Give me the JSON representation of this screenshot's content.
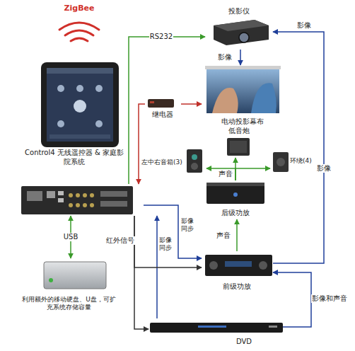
{
  "diagram": {
    "nodes": [
      {
        "text": [
          "Control4 无线遥控器 & 家庭影院系统"
        ]
      },
      {
        "text": [
          "投影仪"
        ]
      },
      {
        "text": [
          "电动投影幕布"
        ]
      },
      {
        "text": [
          "继电器"
        ]
      },
      {
        "text": []
      },
      {
        "text": [
          "左中右音箱(3)"
        ]
      },
      {
        "text": [
          "低音炮"
        ]
      },
      {
        "text": [
          "环绕(4)"
        ]
      },
      {
        "text": [
          "后级功放"
        ]
      },
      {
        "text": [
          "利用额外的移动硬盘、U盘，可扩充系统存储容量"
        ]
      },
      {
        "text": [
          "前级功放"
        ]
      },
      {
        "text": [
          "DVD"
        ]
      }
    ],
    "edges": [
      {
        "from": 4,
        "to": 1,
        "label": "RS232",
        "arrow": "to"
      },
      {
        "from": 1,
        "to": 2,
        "label": "影像",
        "arrow": "to"
      },
      {
        "from": 3,
        "to": 2,
        "arrow": "to"
      },
      {
        "from": 3,
        "to": 4,
        "arrow": "to"
      },
      {
        "from": 8,
        "to": 5,
        "arrow": "to"
      },
      {
        "from": 8,
        "to": 6,
        "label": "声音",
        "arrow": "to"
      },
      {
        "from": 8,
        "to": 7,
        "arrow": "to"
      },
      {
        "from": 10,
        "to": 8,
        "label": "声音",
        "arrow": "to"
      },
      {
        "from": 10,
        "to": 1,
        "label": "影像",
        "arrow": "to"
      },
      {
        "from": 11,
        "to": 10,
        "label": "影像和声音",
        "arrow": "to"
      },
      {
        "from": 4,
        "to": 10,
        "label": "影像 同步",
        "arrow": "to"
      },
      {
        "from": 11,
        "to": 4,
        "label": "影像 同步",
        "arrow": "to"
      },
      {
        "from": 4,
        "to": 10,
        "label": "红外信号",
        "arrow": "to"
      },
      {
        "from": 4,
        "to": 11,
        "arrow": "to"
      },
      {
        "from": 4,
        "to": 9,
        "label": "USB",
        "arrow": "both"
      }
    ],
    "labels": [
      "ZigBee",
      "影像"
    ]
  }
}
